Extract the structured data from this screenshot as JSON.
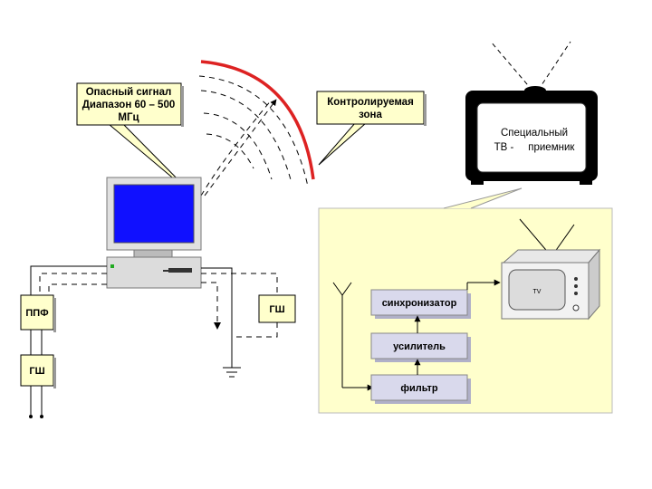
{
  "callouts": {
    "danger_signal": [
      "Опасный сигнал",
      "Диапазон 60 – 500",
      "МГц"
    ],
    "controlled_zone": [
      "Контролируемая",
      "зона"
    ]
  },
  "tv_screen": [
    "Специальный",
    "ТВ -     приемник"
  ],
  "boxes": {
    "gsh_right": "ГШ",
    "ppf": "ППФ",
    "gsh_left": "ГШ",
    "sync": "синхронизатор",
    "amp": "усилитель",
    "filter": "фильтр"
  },
  "small_tv_label": "TV",
  "colors": {
    "arc": "#dd2222",
    "panel": "#ffffcc",
    "box_face": "#d9d9ec",
    "monitor_screen": "#1010ff",
    "pc_case": "#dcdcdc",
    "led": "#22aa22"
  },
  "icons": [
    "crt-monitor-icon",
    "system-unit-icon",
    "tv-set-icon",
    "antenna-icon",
    "ground-icon"
  ]
}
